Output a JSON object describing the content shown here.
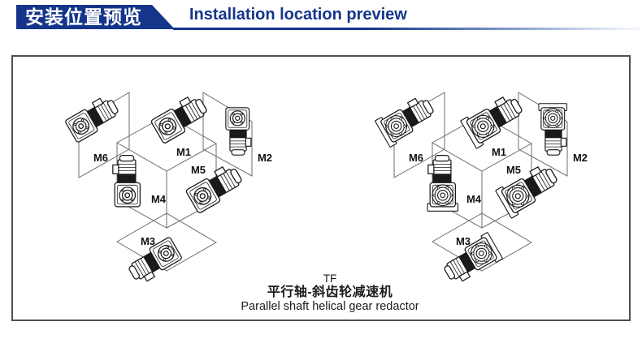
{
  "header": {
    "title_zh": "安装位置预览",
    "title_en": "Installation location preview"
  },
  "theme": {
    "banner_blue": "#15358a",
    "ink": "#1a1a1a",
    "line_gray": "#6e6e6e",
    "box_border": "#4f4f4f"
  },
  "diagram": {
    "labels": {
      "m1": "M1",
      "m2": "M2",
      "m3": "M3",
      "m4": "M4",
      "m5": "M5",
      "m6": "M6"
    },
    "caption": {
      "model": "TF",
      "line_zh": "平行轴-斜齿轮减速机",
      "line_en": "Parallel shaft helical gear redactor"
    }
  }
}
